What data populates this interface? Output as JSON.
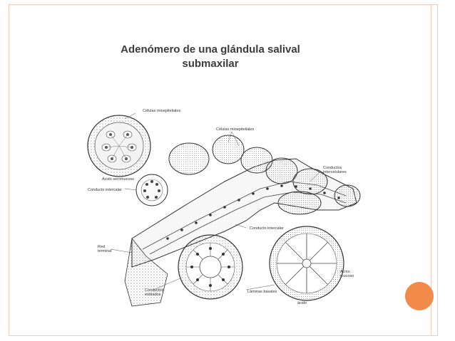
{
  "slide": {
    "title_line1": "Adenómero de una glándula salival",
    "title_line2": "submaxilar"
  },
  "figure_labels": {
    "celulas_mioepiteliales_top": "Células mioepiteliales",
    "celulas_mioepiteliales_mid": "Células mioepiteliales",
    "acino_seromucoso": "Ácido seromucoso",
    "conducto_intercalar_left": "Conducto intercalar",
    "conductos_intercelulares_1": "Conductos",
    "conductos_intercelulares_2": "intercelulares",
    "conducto_intercalar_mid": "Conducto intercalar",
    "red_terminal_1": "Red",
    "red_terminal_2": "terminal",
    "conductos_estriados_1": "Conductos",
    "conductos_estriados_2": "estriados",
    "laminas_basales": "Láminas basales",
    "acino_mucoso_1": "Ácino",
    "acino_mucoso_2": "mucoso",
    "acino_bottom": "ácido"
  },
  "colors": {
    "accent_circle": "#f28a4a",
    "frame_line": "#f3c9bc",
    "title_text": "#3b3b3b"
  }
}
